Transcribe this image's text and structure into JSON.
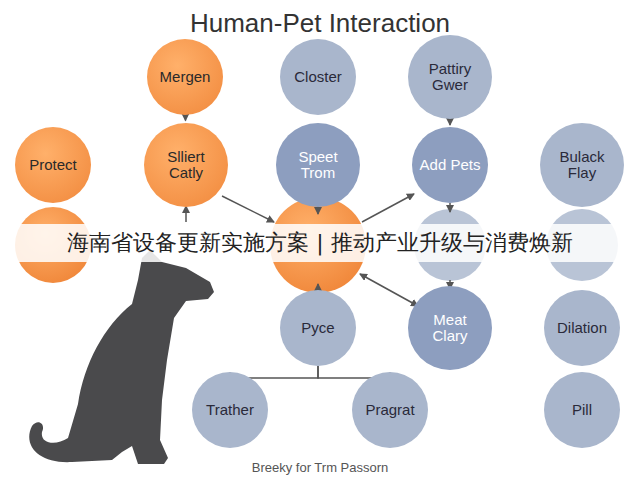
{
  "diagram": {
    "title": "Human-Pet Interaction",
    "caption": "Breeky for Trm Passorn",
    "nodes": [
      {
        "text": [
          "Mergen"
        ]
      },
      {
        "text": [
          "Closter"
        ]
      },
      {
        "text": [
          "Pattiry Gwer"
        ]
      },
      {
        "text": [
          "Protect"
        ]
      },
      {
        "text": [
          "Slliert Catly"
        ]
      },
      {
        "text": [
          "Speet Trom"
        ]
      },
      {
        "text": [
          "Add Pets"
        ]
      },
      {
        "text": [
          "Bulack Flay"
        ]
      },
      {
        "text": [
          "Pyce"
        ]
      },
      {
        "text": [
          "Meat Clary"
        ]
      },
      {
        "text": [
          "Dilation"
        ]
      },
      {
        "text": [
          "Trather"
        ]
      },
      {
        "text": [
          "Pragrat"
        ]
      },
      {
        "text": [
          "Pill"
        ]
      }
    ],
    "edges": [
      {
        "from": 0,
        "to": 4,
        "arrow": "to"
      },
      {
        "from": 2,
        "to": 6,
        "arrow": "to"
      },
      {
        "from": 8,
        "to": 11,
        "arrow": "none"
      },
      {
        "from": 8,
        "to": 12,
        "arrow": "none"
      }
    ],
    "labels": [
      "海南省设备更新实施方案 | 推动产业升级与消费焕新"
    ]
  }
}
